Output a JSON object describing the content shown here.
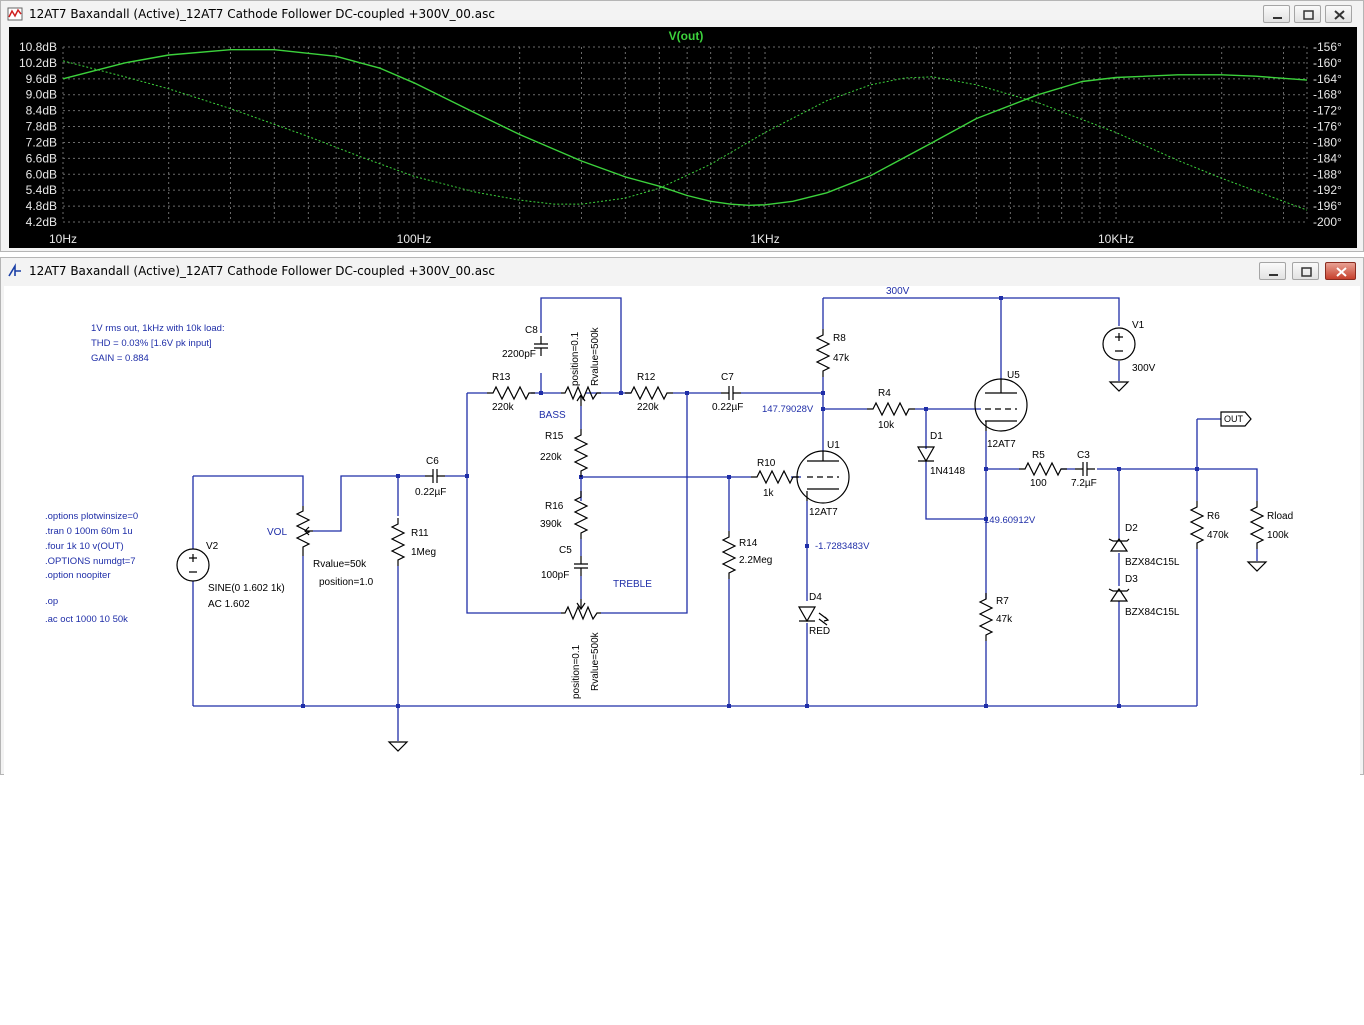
{
  "plot_window": {
    "title": "12AT7 Baxandall (Active)_12AT7 Cathode Follower DC-coupled +300V_00.asc",
    "trace_label": "V(out)"
  },
  "schematic_window": {
    "title": "12AT7 Baxandall (Active)_12AT7 Cathode Follower DC-coupled +300V_00.asc"
  },
  "chart_data": {
    "type": "line",
    "title": "V(out)",
    "x_scale": "log",
    "xlim": [
      10,
      35000
    ],
    "x_ticks": [
      "10Hz",
      "100Hz",
      "1KHz",
      "10KHz"
    ],
    "y_left_ticks": [
      "10.8dB",
      "10.2dB",
      "9.6dB",
      "9.0dB",
      "8.4dB",
      "7.8dB",
      "7.2dB",
      "6.6dB",
      "6.0dB",
      "5.4dB",
      "4.8dB",
      "4.2dB"
    ],
    "y_right_ticks": [
      "-156°",
      "-160°",
      "-164°",
      "-168°",
      "-172°",
      "-176°",
      "-180°",
      "-184°",
      "-188°",
      "-192°",
      "-196°",
      "-200°"
    ],
    "ylim_left": [
      4.2,
      10.8
    ],
    "ylim_right": [
      -200,
      -156
    ],
    "grid": true,
    "colors": {
      "background": "#000000",
      "trace": "#3cd23c",
      "grid": "#6b6b6b",
      "axis_text": "#e8e8e8"
    },
    "series": [
      {
        "name": "V(out)",
        "axis": "left",
        "style": "solid",
        "x": [
          10,
          15,
          20,
          30,
          40,
          60,
          80,
          100,
          150,
          200,
          300,
          400,
          500,
          600,
          700,
          800,
          900,
          1000,
          1200,
          1500,
          2000,
          3000,
          4000,
          6000,
          8000,
          10000,
          15000,
          20000,
          25000,
          35000
        ],
        "y": [
          9.6,
          10.2,
          10.5,
          10.7,
          10.7,
          10.45,
          10.0,
          9.45,
          8.3,
          7.5,
          6.5,
          5.9,
          5.55,
          5.2,
          4.98,
          4.87,
          4.83,
          4.85,
          4.98,
          5.3,
          5.95,
          7.2,
          8.1,
          9.0,
          9.5,
          9.65,
          9.75,
          9.75,
          9.7,
          9.55
        ]
      },
      {
        "name": "V(out) phase",
        "axis": "right",
        "style": "dashed",
        "x": [
          10,
          15,
          20,
          30,
          50,
          70,
          100,
          150,
          200,
          250,
          300,
          400,
          500,
          700,
          1000,
          1500,
          2000,
          2500,
          3000,
          4000,
          6000,
          10000,
          15000,
          20000,
          35000
        ],
        "y": [
          -159.5,
          -163.5,
          -166.5,
          -171.5,
          -178.5,
          -183.5,
          -188.5,
          -192.5,
          -194.5,
          -195.5,
          -195.5,
          -194.0,
          -191.5,
          -185.5,
          -177.5,
          -169.5,
          -165.5,
          -163.8,
          -163.5,
          -165.5,
          -170.0,
          -177.5,
          -184.5,
          -189.0,
          -197.0
        ]
      }
    ]
  },
  "schematic": {
    "notes_top": [
      "1V rms out, 1kHz with 10k load:",
      "THD = 0.03% [1.6V pk input]",
      "GAIN = 0.884"
    ],
    "spice_directives": [
      ".options plotwinsize=0",
      ".tran 0 100m 60m 1u",
      ".four 1k 10 v(OUT)",
      ".OPTIONS numdgt=7",
      ".option noopiter",
      ".op",
      ".ac oct 1000 10 50k"
    ],
    "labels": {
      "C8": "C8",
      "C8v": "2200pF",
      "pos_bass": "position=0.1",
      "rval_bass": "Rvalue=500k",
      "bass": "BASS",
      "R13": "R13",
      "R13v": "220k",
      "R12": "R12",
      "R12v": "220k",
      "C7": "C7",
      "C7v": "0.22µF",
      "R8": "R8",
      "R8v": "47k",
      "net300": "300V",
      "V1": "V1",
      "V1v": "300V",
      "U5": "U5",
      "U5v": "12AT7",
      "R4": "R4",
      "R4v": "10k",
      "D1": "D1",
      "D1v": "1N4148",
      "v147": "147.79028V",
      "U1": "U1",
      "U1v": "12AT7",
      "R10": "R10",
      "R10v": "1k",
      "R15": "R15",
      "R15v": "220k",
      "R16": "R16",
      "R16v": "390k",
      "C5": "C5",
      "C5v": "100pF",
      "treble": "TREBLE",
      "pos_treble": "position=0.1",
      "rval_treble": "Rvalue=500k",
      "C6": "C6",
      "C6v": "0.22µF",
      "R11": "R11",
      "R11v": "1Meg",
      "vol": "VOL",
      "rval_vol": "Rvalue=50k",
      "pos_vol": "position=1.0",
      "V2": "V2",
      "V2src": "SINE(0 1.602 1k)",
      "V2ac": "AC 1.602",
      "R14": "R14",
      "R14v": "2.2Meg",
      "vneg": "-1.7283483V",
      "D4": "D4",
      "D4v": "RED",
      "R5": "R5",
      "R5v": "100",
      "C3": "C3",
      "C3v": "7.2µF",
      "v149": "149.60912V",
      "R7": "R7",
      "R7v": "47k",
      "D2": "D2",
      "D2v": "BZX84C15L",
      "D3": "D3",
      "D3v": "BZX84C15L",
      "R6": "R6",
      "R6v": "470k",
      "Rload": "Rload",
      "Rloadv": "100k",
      "out": "OUT"
    }
  }
}
